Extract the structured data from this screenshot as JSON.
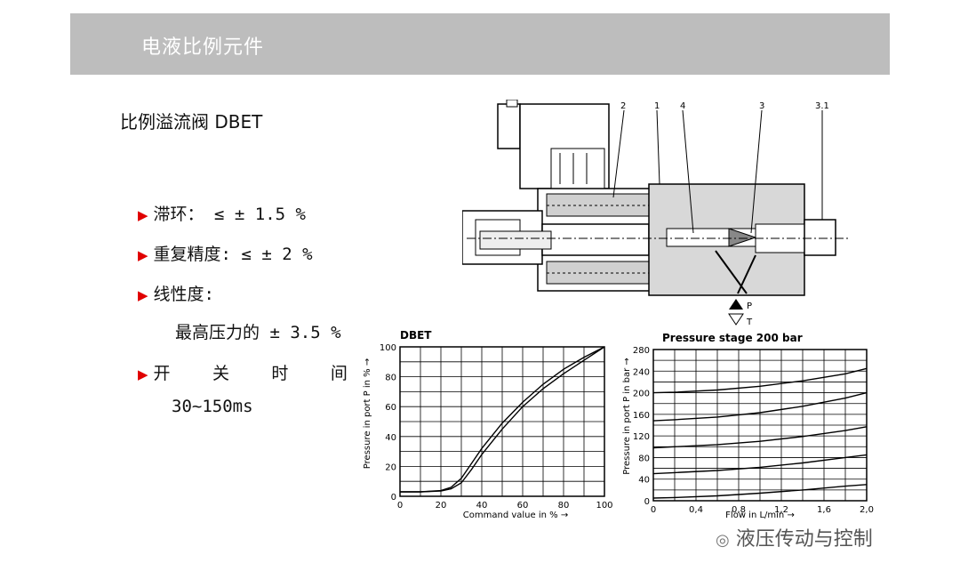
{
  "header": {
    "title": "电液比例元件"
  },
  "subtitle": "比例溢流阀 DBET",
  "bullets": [
    {
      "label": "滞环：",
      "value": "≤ ± 1.5 %"
    },
    {
      "label": "重复精度:",
      "value": "≤ ± 2 %"
    },
    {
      "label": "线性度:",
      "value": ""
    }
  ],
  "linearity_detail": "最高压力的 ± 3.5 %",
  "switch_time": {
    "label": "开 关 时 间",
    "value": "30~150ms"
  },
  "diagram": {
    "callouts": [
      "2",
      "1",
      "4",
      "3",
      "3.1"
    ],
    "port_p": "P",
    "port_t": "T"
  },
  "chart_data": [
    {
      "type": "line",
      "title": "DBET",
      "xlabel": "Command value in % →",
      "ylabel": "Pressure in port P in % →",
      "xlim": [
        0,
        100
      ],
      "ylim": [
        0,
        100
      ],
      "xticks": [
        "0",
        "20",
        "40",
        "60",
        "80",
        "100"
      ],
      "yticks": [
        "0",
        "20",
        "40",
        "60",
        "80",
        "100"
      ],
      "grid": true,
      "series": [
        {
          "x": [
            0,
            10,
            20,
            25,
            30,
            35,
            40,
            50,
            60,
            70,
            80,
            90,
            100
          ],
          "y": [
            3,
            3,
            3.5,
            5,
            9,
            18,
            28,
            45,
            60,
            72,
            82,
            91,
            100
          ]
        },
        {
          "x": [
            0,
            10,
            20,
            25,
            30,
            35,
            40,
            50,
            60,
            70,
            80,
            90,
            100
          ],
          "y": [
            3,
            3,
            3.8,
            6,
            12,
            22,
            32,
            49,
            63,
            75,
            85,
            93,
            100
          ]
        }
      ]
    },
    {
      "type": "line",
      "title": "Pressure stage 200 bar",
      "xlabel": "Flow in L/min →",
      "ylabel": "Pressure in port P in bar →",
      "xlim": [
        0,
        2.0
      ],
      "ylim": [
        0,
        280
      ],
      "xticks": [
        "0",
        "0,4",
        "0,8",
        "1,2",
        "1,6",
        "2,0"
      ],
      "yticks": [
        "40",
        "80",
        "120",
        "160",
        "200",
        "240",
        "280"
      ],
      "grid": true,
      "series": [
        {
          "x": [
            0,
            0.2,
            0.6,
            1.0,
            1.4,
            1.8,
            2.0
          ],
          "y": [
            200,
            201,
            205,
            212,
            222,
            235,
            245
          ]
        },
        {
          "x": [
            0,
            0.2,
            0.6,
            1.0,
            1.4,
            1.8,
            2.0
          ],
          "y": [
            148,
            150,
            155,
            163,
            175,
            190,
            200
          ]
        },
        {
          "x": [
            0,
            0.2,
            0.6,
            1.0,
            1.4,
            1.8,
            2.0
          ],
          "y": [
            98,
            100,
            104,
            110,
            119,
            130,
            137
          ]
        },
        {
          "x": [
            0,
            0.2,
            0.6,
            1.0,
            1.4,
            1.8,
            2.0
          ],
          "y": [
            50,
            52,
            56,
            62,
            70,
            80,
            85
          ]
        },
        {
          "x": [
            0,
            0.2,
            0.6,
            1.0,
            1.4,
            1.8,
            2.0
          ],
          "y": [
            5,
            6,
            9,
            14,
            20,
            27,
            30
          ]
        }
      ]
    }
  ],
  "watermark": "液压传动与控制"
}
